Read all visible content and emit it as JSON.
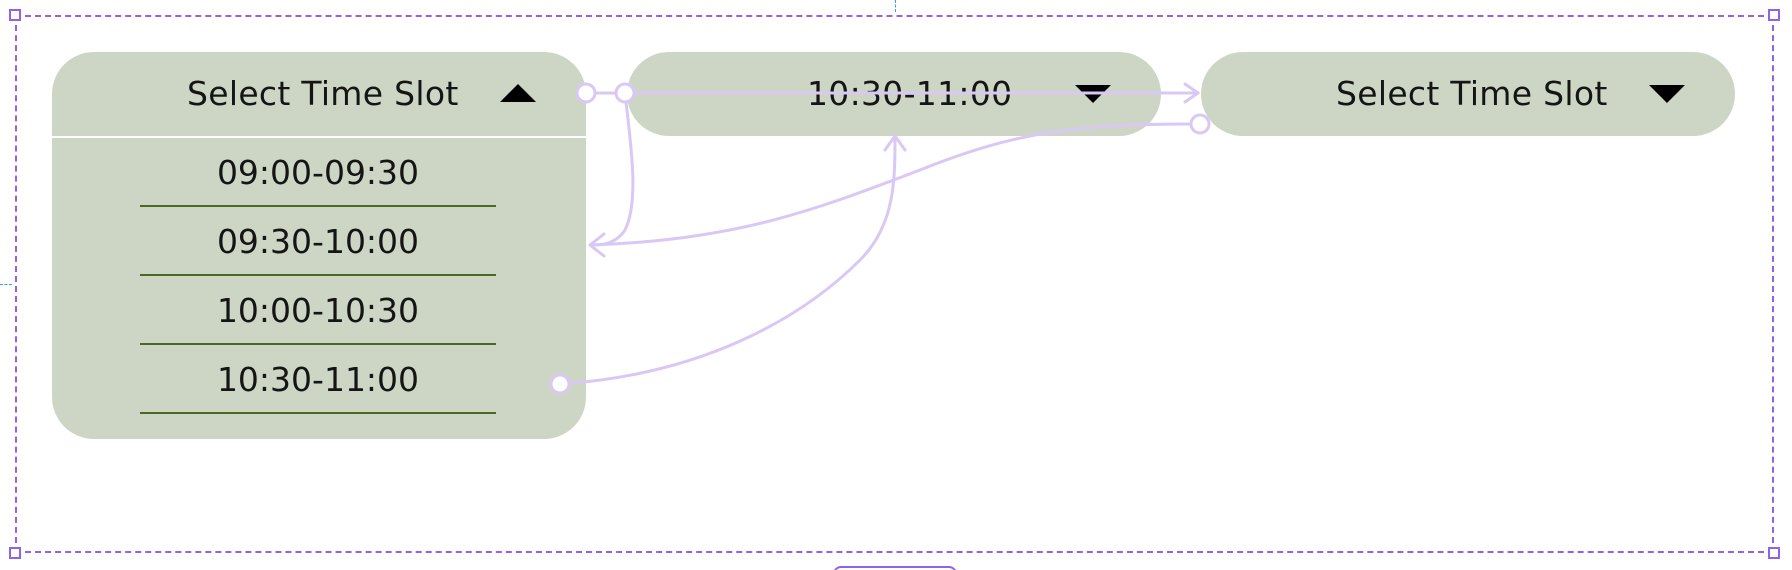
{
  "canvas": {
    "accent_color": "#8f63e6",
    "connector_color": "#d9c8f5",
    "dropdown_background": "#cdd6c4",
    "option_divider_color": "#4a6a22"
  },
  "dropdowns": {
    "open": {
      "label": "Select Time Slot",
      "state": "expanded",
      "caret_icon": "triangle-up-icon",
      "options": [
        {
          "label": "09:00-09:30"
        },
        {
          "label": "09:30-10:00"
        },
        {
          "label": "10:00-10:30"
        },
        {
          "label": "10:30-11:00"
        }
      ]
    },
    "selected": {
      "label": "10:30-11:00",
      "state": "collapsed",
      "caret_icon": "triangle-down-icon"
    },
    "default": {
      "label": "Select Time Slot",
      "state": "collapsed",
      "caret_icon": "triangle-down-icon"
    }
  }
}
